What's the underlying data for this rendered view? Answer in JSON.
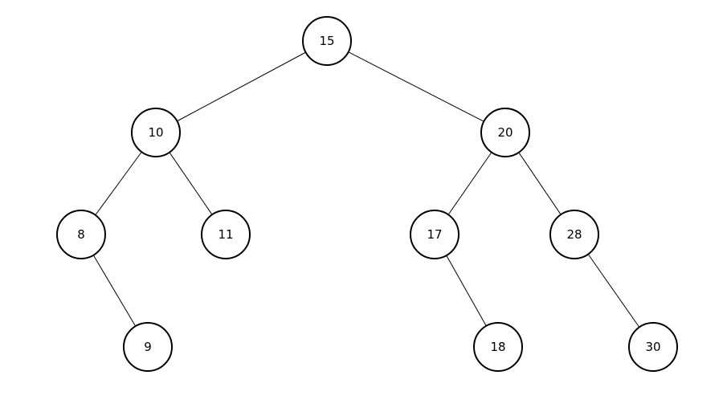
{
  "tree": {
    "nodes": {
      "n15": "15",
      "n10": "10",
      "n20": "20",
      "n8": "8",
      "n11": "11",
      "n17": "17",
      "n28": "28",
      "n9": "9",
      "n18": "18",
      "n30": "30"
    },
    "edges": [
      [
        "n15",
        "n10"
      ],
      [
        "n15",
        "n20"
      ],
      [
        "n10",
        "n8"
      ],
      [
        "n10",
        "n11"
      ],
      [
        "n20",
        "n17"
      ],
      [
        "n20",
        "n28"
      ],
      [
        "n8",
        "n9"
      ],
      [
        "n17",
        "n18"
      ],
      [
        "n28",
        "n30"
      ]
    ],
    "colors": {
      "node_border": "#000000",
      "edge": "#000000",
      "background": "#ffffff"
    }
  }
}
